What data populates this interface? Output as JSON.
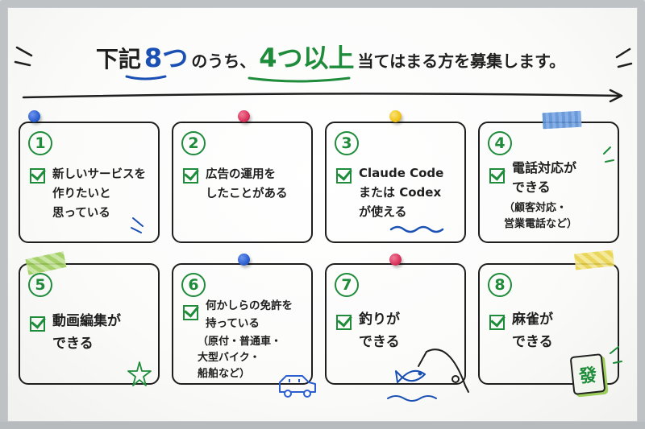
{
  "headline": {
    "part1": "下記",
    "count": "8つ",
    "part2": "のうち、",
    "threshold": "4つ以上",
    "part3": "当てはまる方を募集します。"
  },
  "items": [
    {
      "number": "1",
      "text": "新しいサービスを\n作りたいと\n思っている"
    },
    {
      "number": "2",
      "text": "広告の運用を\nしたことがある"
    },
    {
      "number": "3",
      "text": "Claude Code\nまたは Codex\nが使える"
    },
    {
      "number": "4",
      "text": "電話対応が\nできる",
      "note": "（顧客対応・\n営業電話など）"
    },
    {
      "number": "5",
      "text": "動画編集が\nできる"
    },
    {
      "number": "6",
      "text": "何かしらの免許を\n持っている",
      "note": "（原付・普通車・\n大型バイク・\n船舶など）"
    },
    {
      "number": "7",
      "text": "釣りが\nできる"
    },
    {
      "number": "8",
      "text": "麻雀が\nできる"
    }
  ],
  "colors": {
    "ink": "#1f1f1f",
    "green": "#1e8c3a",
    "blue": "#1a4fb3",
    "pin_blue": "#2b5fd0",
    "pin_red": "#d8325a",
    "pin_yellow": "#f0c419",
    "tape_blue": "#5a8fd6",
    "tape_green": "#9ccc5a",
    "tape_yellow": "#e8d24a"
  },
  "tile_glyph": "發"
}
